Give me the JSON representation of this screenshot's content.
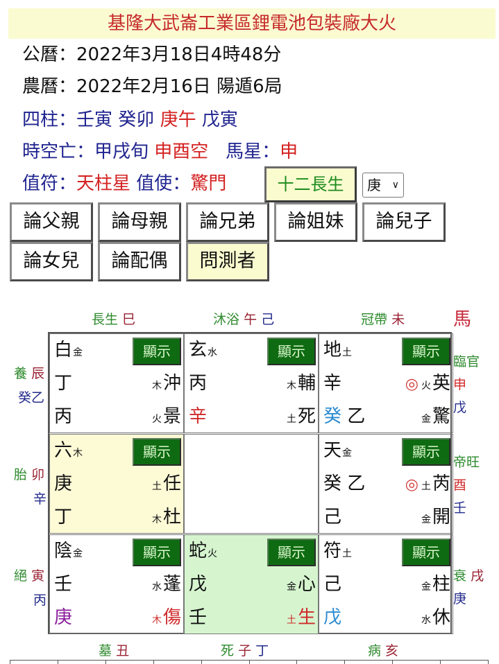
{
  "title": "基隆大武崙工業區鋰電池包裝廠大火",
  "solar": {
    "label": "公曆：",
    "value": "2022年3月18日4時48分"
  },
  "lunar": {
    "label": "農曆：",
    "value": "2022年2月16日 陽遁6局"
  },
  "pillars": {
    "label": "四柱：",
    "p1": "壬寅",
    "p2": "癸卯",
    "p3": "庚午",
    "p4": "戊寅"
  },
  "void": {
    "label": "時空亡：",
    "xun": "甲戌旬",
    "empty": "申酉空",
    "horse_label": "馬星：",
    "horse": "申"
  },
  "duty": {
    "label1": "值符：",
    "star": "天柱星",
    "label2": "值使：",
    "door": "驚門"
  },
  "twelve_btn": "十二長生",
  "stem_select": {
    "value": "庚",
    "chevron": "∨"
  },
  "relation_buttons": [
    "論父親",
    "論母親",
    "論兄弟",
    "論姐妹",
    "論兒子",
    "論女兒",
    "論配偶",
    "問測者"
  ],
  "show_label": "顯示",
  "outer": {
    "top": [
      {
        "stage": "長生",
        "branch": "巳",
        "stem": ""
      },
      {
        "stage": "沐浴",
        "branch": "午",
        "stem": "己"
      },
      {
        "stage": "冠帶",
        "branch": "未",
        "stem": ""
      }
    ],
    "horse_mark": "馬",
    "left": [
      {
        "stage": "養",
        "branch": "辰",
        "stem": "癸乙"
      },
      {
        "stage": "胎",
        "branch": "卯",
        "stem": "辛"
      },
      {
        "stage": "絕",
        "branch": "寅",
        "stem": "丙"
      }
    ],
    "right": [
      {
        "stage": "臨官",
        "branch": "申",
        "stem": "戊"
      },
      {
        "stage": "帝旺",
        "branch": "酉",
        "stem": "壬"
      },
      {
        "stage": "衰",
        "branch": "戌",
        "stem": "庚"
      }
    ],
    "bottom": [
      {
        "stage": "墓",
        "branch": "丑",
        "stem": ""
      },
      {
        "stage": "死",
        "branch": "子",
        "stem": "丁"
      },
      {
        "stage": "病",
        "branch": "亥",
        "stem": ""
      }
    ]
  },
  "palaces": [
    {
      "god": "白",
      "god_el": "金",
      "heaven": "丁",
      "earth": "丙",
      "star_el": "木",
      "star": "沖",
      "door_el": "火",
      "door": "景"
    },
    {
      "god": "玄",
      "god_el": "水",
      "heaven": "丙",
      "earth": "辛",
      "star_el": "木",
      "star": "輔",
      "door_el": "土",
      "door": "死"
    },
    {
      "god": "地",
      "god_el": "土",
      "heaven": "辛",
      "earth_a": "癸",
      "earth_b": "乙",
      "mark": "◎",
      "star_el": "火",
      "star": "英",
      "door_el": "金",
      "door": "驚"
    },
    {
      "god": "六",
      "god_el": "木",
      "heaven": "庚",
      "earth": "丁",
      "star_el": "土",
      "star": "任",
      "door_el": "木",
      "door": "杜"
    },
    {
      "god": "天",
      "god_el": "金",
      "heaven": "癸 乙",
      "earth": "己",
      "mark": "◎",
      "star_el": "土",
      "star": "芮",
      "door_el": "金",
      "door": "開"
    },
    {
      "god": "陰",
      "god_el": "金",
      "heaven": "壬",
      "earth": "庚",
      "star_el": "水",
      "star": "蓬",
      "door_el": "木",
      "door": "傷"
    },
    {
      "god": "蛇",
      "god_el": "火",
      "heaven": "戊",
      "earth": "壬",
      "star_el": "金",
      "star": "心",
      "door_el": "土",
      "door": "生"
    },
    {
      "god": "符",
      "god_el": "土",
      "heaven": "己",
      "earth": "戊",
      "star_el": "金",
      "star": "柱",
      "door_el": "水",
      "door": "休"
    }
  ]
}
